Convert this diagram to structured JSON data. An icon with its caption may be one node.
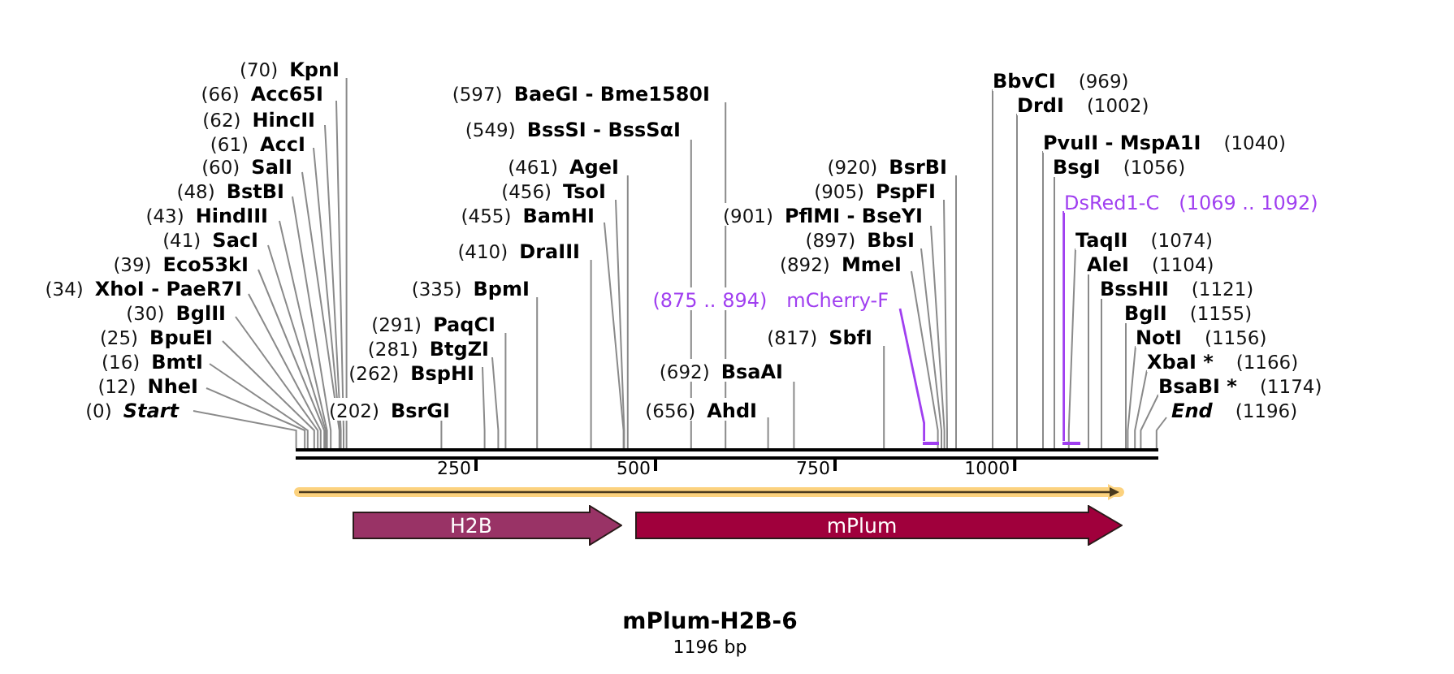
{
  "diagram": {
    "title": "mPlum-H2B-6",
    "caption": "1196 bp",
    "nodes": [
      {
        "text": [
          "(0)",
          "Start"
        ]
      },
      {
        "text": [
          "(12)",
          "NheI"
        ]
      },
      {
        "text": [
          "(16)",
          "BmtI"
        ]
      },
      {
        "text": [
          "(25)",
          "BpuEI"
        ]
      },
      {
        "text": [
          "(30)",
          "BglII"
        ]
      },
      {
        "text": [
          "(34)",
          "XhoI - PaeR7I"
        ]
      },
      {
        "text": [
          "(39)",
          "Eco53kI"
        ]
      },
      {
        "text": [
          "(41)",
          "SacI"
        ]
      },
      {
        "text": [
          "(43)",
          "HindIII"
        ]
      },
      {
        "text": [
          "(48)",
          "BstBI"
        ]
      },
      {
        "text": [
          "(60)",
          "SalI"
        ]
      },
      {
        "text": [
          "(61)",
          "AccI"
        ]
      },
      {
        "text": [
          "(62)",
          "HincII"
        ]
      },
      {
        "text": [
          "(66)",
          "Acc65I"
        ]
      },
      {
        "text": [
          "(70)",
          "KpnI"
        ]
      },
      {
        "text": [
          "(202)",
          "BsrGI"
        ]
      },
      {
        "text": [
          "(262)",
          "BspHI"
        ]
      },
      {
        "text": [
          "(281)",
          "BtgZI"
        ]
      },
      {
        "text": [
          "(291)",
          "PaqCI"
        ]
      },
      {
        "text": [
          "(335)",
          "BpmI"
        ]
      },
      {
        "text": [
          "(410)",
          "DraIII"
        ]
      },
      {
        "text": [
          "(455)",
          "BamHI"
        ]
      },
      {
        "text": [
          "(456)",
          "TsoI"
        ]
      },
      {
        "text": [
          "(461)",
          "AgeI"
        ]
      },
      {
        "text": [
          "(549)",
          "BssSI - BssSαI"
        ]
      },
      {
        "text": [
          "(597)",
          "BaeGI - Bme1580I"
        ]
      },
      {
        "text": [
          "(656)",
          "AhdI"
        ]
      },
      {
        "text": [
          "(692)",
          "BsaAI"
        ]
      },
      {
        "text": [
          "(817)",
          "SbfI"
        ]
      },
      {
        "text": [
          "(875 .. 894)",
          "mCherry-F"
        ]
      },
      {
        "text": [
          "(892)",
          "MmeI"
        ]
      },
      {
        "text": [
          "(897)",
          "BbsI"
        ]
      },
      {
        "text": [
          "(901)",
          "PflMI - BseYI"
        ]
      },
      {
        "text": [
          "(905)",
          "PspFI"
        ]
      },
      {
        "text": [
          "(920)",
          "BsrBI"
        ]
      },
      {
        "text": [
          "BbvCI",
          "(969)"
        ]
      },
      {
        "text": [
          "DrdI",
          "(1002)"
        ]
      },
      {
        "text": [
          "PvuII - MspA1I",
          "(1040)"
        ]
      },
      {
        "text": [
          "BsgI",
          "(1056)"
        ]
      },
      {
        "text": [
          "DsRed1-C",
          "(1069 .. 1092)"
        ]
      },
      {
        "text": [
          "TaqII",
          "(1074)"
        ]
      },
      {
        "text": [
          "AleI",
          "(1104)"
        ]
      },
      {
        "text": [
          "BssHII",
          "(1121)"
        ]
      },
      {
        "text": [
          "BglI",
          "(1155)"
        ]
      },
      {
        "text": [
          "NotI",
          "(1156)"
        ]
      },
      {
        "text": [
          "XbaI *",
          "(1166)"
        ]
      },
      {
        "text": [
          "BsaBI *",
          "(1174)"
        ]
      },
      {
        "text": [
          "End",
          "(1196)"
        ]
      },
      {
        "text": [],
        "shape": "bar"
      },
      {
        "text": [],
        "shape": "bar"
      },
      {
        "text": [],
        "shape": "bar"
      },
      {
        "text": [],
        "shape": "arrow"
      },
      {
        "text": [
          "H2B"
        ]
      },
      {
        "text": [
          "mPlum"
        ]
      }
    ],
    "edges": [
      {
        "from": 0,
        "to": 48,
        "arrow": "none"
      },
      {
        "from": 1,
        "to": 48,
        "arrow": "none"
      },
      {
        "from": 2,
        "to": 48,
        "arrow": "none"
      },
      {
        "from": 3,
        "to": 48,
        "arrow": "none"
      },
      {
        "from": 4,
        "to": 48,
        "arrow": "none"
      },
      {
        "from": 5,
        "to": 48,
        "arrow": "none"
      },
      {
        "from": 6,
        "to": 48,
        "arrow": "none"
      },
      {
        "from": 7,
        "to": 48,
        "arrow": "none"
      },
      {
        "from": 8,
        "to": 48,
        "arrow": "none"
      },
      {
        "from": 9,
        "to": 48,
        "arrow": "none"
      },
      {
        "from": 10,
        "to": 48,
        "arrow": "none"
      },
      {
        "from": 11,
        "to": 48,
        "arrow": "none"
      },
      {
        "from": 12,
        "to": 48,
        "arrow": "none"
      },
      {
        "from": 13,
        "to": 48,
        "arrow": "none"
      },
      {
        "from": 14,
        "to": 48,
        "arrow": "none"
      },
      {
        "from": 15,
        "to": 48,
        "arrow": "none"
      },
      {
        "from": 16,
        "to": 48,
        "arrow": "none"
      },
      {
        "from": 17,
        "to": 48,
        "arrow": "none"
      },
      {
        "from": 18,
        "to": 48,
        "arrow": "none"
      },
      {
        "from": 19,
        "to": 48,
        "arrow": "none"
      },
      {
        "from": 20,
        "to": 48,
        "arrow": "none"
      },
      {
        "from": 21,
        "to": 48,
        "arrow": "none"
      },
      {
        "from": 22,
        "to": 48,
        "arrow": "none"
      },
      {
        "from": 23,
        "to": 48,
        "arrow": "none"
      },
      {
        "from": 24,
        "to": 48,
        "arrow": "none"
      },
      {
        "from": 25,
        "to": 48,
        "arrow": "none"
      },
      {
        "from": 26,
        "to": 48,
        "arrow": "none"
      },
      {
        "from": 27,
        "to": 48,
        "arrow": "none"
      },
      {
        "from": 28,
        "to": 48,
        "arrow": "none"
      },
      {
        "from": 29,
        "to": 49,
        "arrow": "none",
        "color": "#a03ff0"
      },
      {
        "from": 30,
        "to": 48,
        "arrow": "none"
      },
      {
        "from": 31,
        "to": 48,
        "arrow": "none"
      },
      {
        "from": 32,
        "to": 48,
        "arrow": "none"
      },
      {
        "from": 33,
        "to": 48,
        "arrow": "none"
      },
      {
        "from": 34,
        "to": 48,
        "arrow": "none"
      },
      {
        "from": 35,
        "to": 48,
        "arrow": "none"
      },
      {
        "from": 36,
        "to": 48,
        "arrow": "none"
      },
      {
        "from": 37,
        "to": 48,
        "arrow": "none"
      },
      {
        "from": 38,
        "to": 48,
        "arrow": "none"
      },
      {
        "from": 39,
        "to": 50,
        "arrow": "none",
        "color": "#a03ff0"
      },
      {
        "from": 40,
        "to": 48,
        "arrow": "none"
      },
      {
        "from": 41,
        "to": 48,
        "arrow": "none"
      },
      {
        "from": 42,
        "to": 48,
        "arrow": "none"
      },
      {
        "from": 43,
        "to": 48,
        "arrow": "none"
      },
      {
        "from": 44,
        "to": 48,
        "arrow": "none"
      },
      {
        "from": 45,
        "to": 48,
        "arrow": "none"
      },
      {
        "from": 46,
        "to": 48,
        "arrow": "none"
      },
      {
        "from": 47,
        "to": 48,
        "arrow": "none"
      }
    ],
    "labels": [
      "250",
      "500",
      "750",
      "1000"
    ]
  }
}
